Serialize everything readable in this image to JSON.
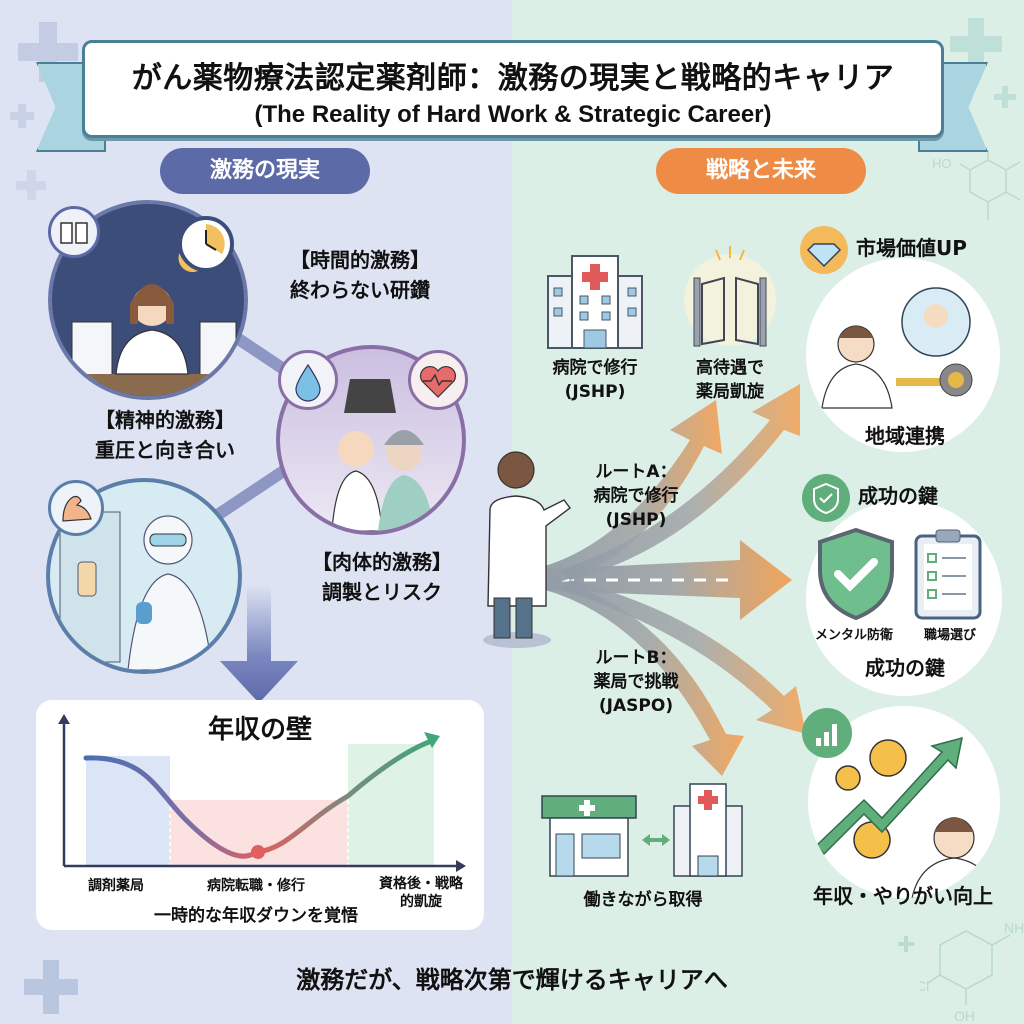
{
  "header": {
    "title_jp": "がん薬物療法認定薬剤師：激務の現実と戦略的キャリア",
    "title_en": "(The Reality of Hard Work & Strategic Career)"
  },
  "left_section": {
    "pill_label": "激務の現実",
    "color": "#5c6aa8",
    "items": [
      {
        "heading": "【時間的激務】",
        "text": "終わらない研鑽",
        "icon": "studying-at-night-icon"
      },
      {
        "heading": "【精神的激務】",
        "text": "重圧と向き合い",
        "icon": "patient-care-stress-icon"
      },
      {
        "heading": "【肉体的激務】",
        "text": "調製とリスク",
        "icon": "drug-preparation-ppe-icon"
      }
    ]
  },
  "right_section": {
    "pill_label": "戦略と未来",
    "color": "#ee8c45",
    "route_a": {
      "label": "ルートA：",
      "line2": "病院で修行",
      "line3": "(JSHP)"
    },
    "route_b": {
      "label": "ルートB：",
      "line2": "薬局で挑戦",
      "line3": "(JASPO)"
    },
    "hospital_step": {
      "line1": "病院で修行",
      "line2": "(JSHP)"
    },
    "gate_step": {
      "line1": "高待遇で",
      "line2": "薬局凱旋"
    },
    "work_step": {
      "label": "働きながら取得"
    },
    "outcomes": [
      {
        "title": "市場価値UP",
        "caption": "地域連携",
        "icon": "diamond-icon"
      },
      {
        "title": "成功の鍵",
        "sub_left": "メンタル防衛",
        "sub_right": "職場選び",
        "caption": "成功の鍵",
        "icon": "shield-check-icon"
      },
      {
        "caption": "年収・やりがい向上",
        "icon": "growth-chart-icon"
      }
    ]
  },
  "chart_data": {
    "type": "line",
    "title": "年収の壁",
    "categories": [
      "調剤薬局",
      "病院転職・修行",
      "資格後・戦略的凱旋"
    ],
    "x": [
      0,
      1,
      2,
      3,
      4
    ],
    "values": [
      80,
      70,
      20,
      60,
      95
    ],
    "xlabel": "",
    "ylabel": "",
    "annotation": "一時的な年収ダウンを覚悟",
    "grid": false,
    "region_colors": [
      "#dbe5f5",
      "#fbe1df",
      "#dff2e6"
    ]
  },
  "footer": {
    "text": "激務だが、戦略次第で輝けるキャリアへ"
  }
}
